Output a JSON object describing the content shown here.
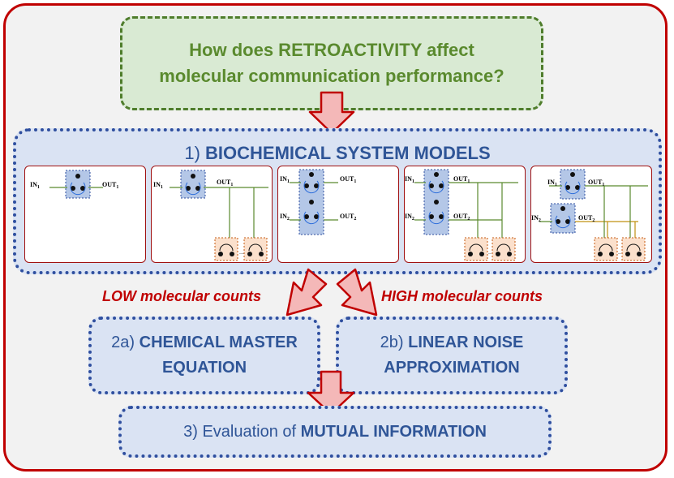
{
  "question": {
    "line1": "How does RETROACTIVITY affect",
    "line2": "molecular communication performance?"
  },
  "models": {
    "prefix": "1) ",
    "title": "BIOCHEMICAL SYSTEM MODELS"
  },
  "panels": [
    {
      "in_labels": [
        "IN1"
      ],
      "out_labels": [
        "OUT1"
      ]
    },
    {
      "in_labels": [
        "IN1"
      ],
      "out_labels": [
        "OUT1"
      ]
    },
    {
      "in_labels": [
        "IN1",
        "IN2"
      ],
      "out_labels": [
        "OUT1",
        "OUT2"
      ]
    },
    {
      "in_labels": [
        "IN1",
        "IN2"
      ],
      "out_labels": [
        "OUT1",
        "OUT2"
      ]
    },
    {
      "in_labels": [
        "IN1",
        "IN2"
      ],
      "out_labels": [
        "OUT1",
        "OUT2"
      ]
    }
  ],
  "low_label": "LOW molecular counts",
  "high_label": "HIGH molecular counts",
  "cme": {
    "prefix": "2a) ",
    "line1": "CHEMICAL MASTER",
    "line2": "EQUATION"
  },
  "lna": {
    "prefix": "2b) ",
    "line1": "LINEAR NOISE",
    "line2": "APPROXIMATION"
  },
  "evaluation": {
    "prefix": "3) Evaluation of ",
    "bold": "MUTUAL INFORMATION"
  },
  "colors": {
    "frame": "#c00000",
    "question": "#5a8a2e",
    "blue": "#2f5597",
    "arrow_fill": "#f4b8b8",
    "arrow_stroke": "#c00000",
    "downstream_fill": "#fbe0cc"
  }
}
